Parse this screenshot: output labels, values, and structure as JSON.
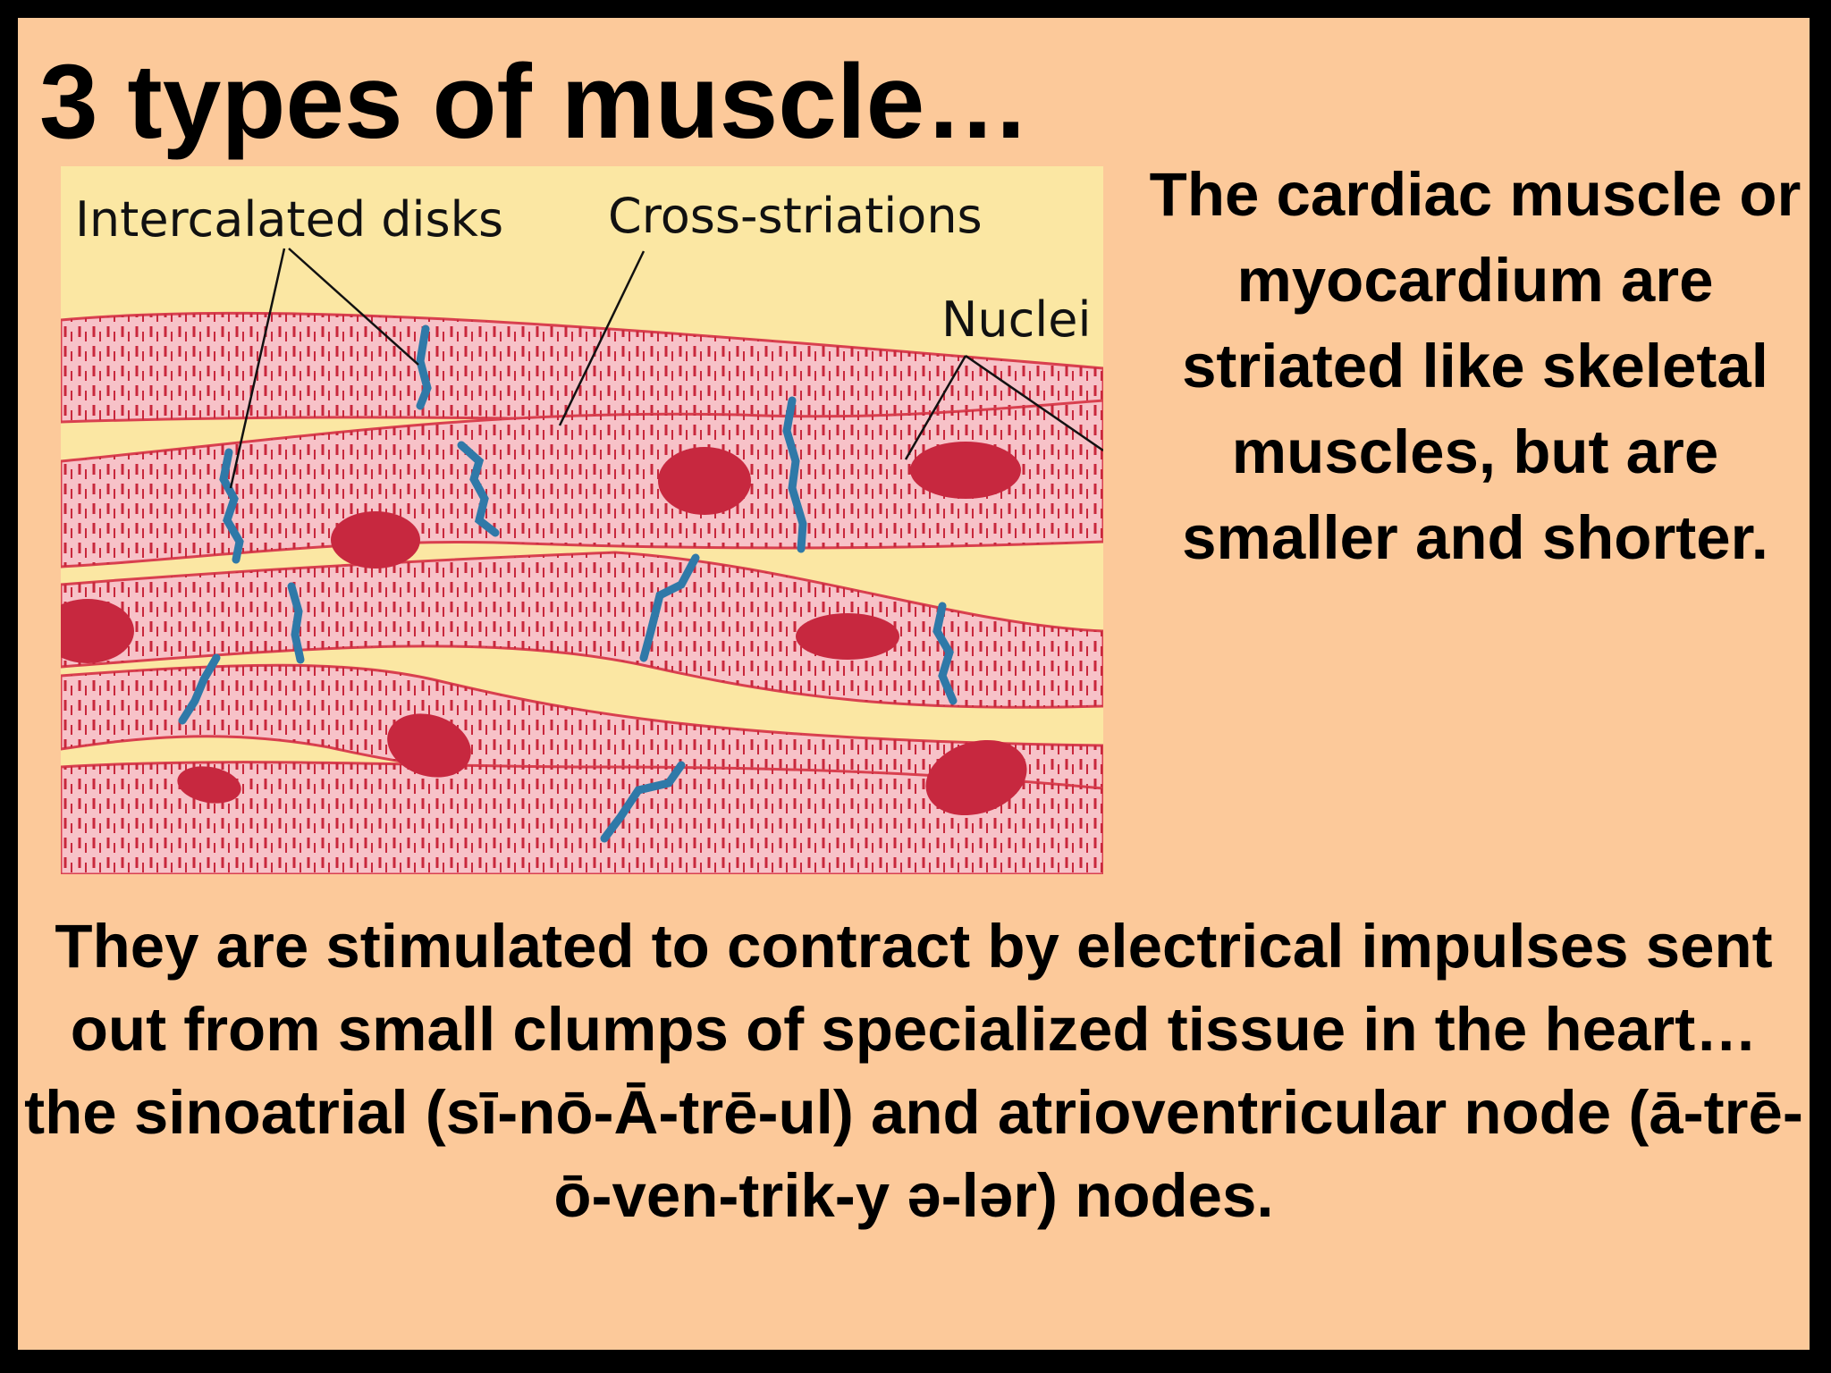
{
  "slide": {
    "title": "3 types of muscle…",
    "side_text": "The cardiac muscle or myocardium are striated like skeletal muscles, but are smaller and shorter.",
    "bottom_text": "They are stimulated to contract by electrical impulses sent out from small clumps of specialized tissue in the heart… the sinoatrial (sī-nō-Ā-trē-ul) and atrioventricular node (ā-trē-ō-ven-trik-y ə-lər) nodes."
  },
  "diagram": {
    "labels": {
      "intercalated": "Intercalated disks",
      "striations": "Cross-striations",
      "nuclei": "Nuclei"
    },
    "colors": {
      "background": "#fbe7a3",
      "fiber": "#f7c2c8",
      "fiber_outline": "#d9404f",
      "striation": "#c8283c",
      "nucleus": "#c7283f",
      "disk": "#2f79a8",
      "leader": "#111111"
    }
  },
  "colors": {
    "slide_background": "#fcc99a",
    "frame": "#000000"
  }
}
